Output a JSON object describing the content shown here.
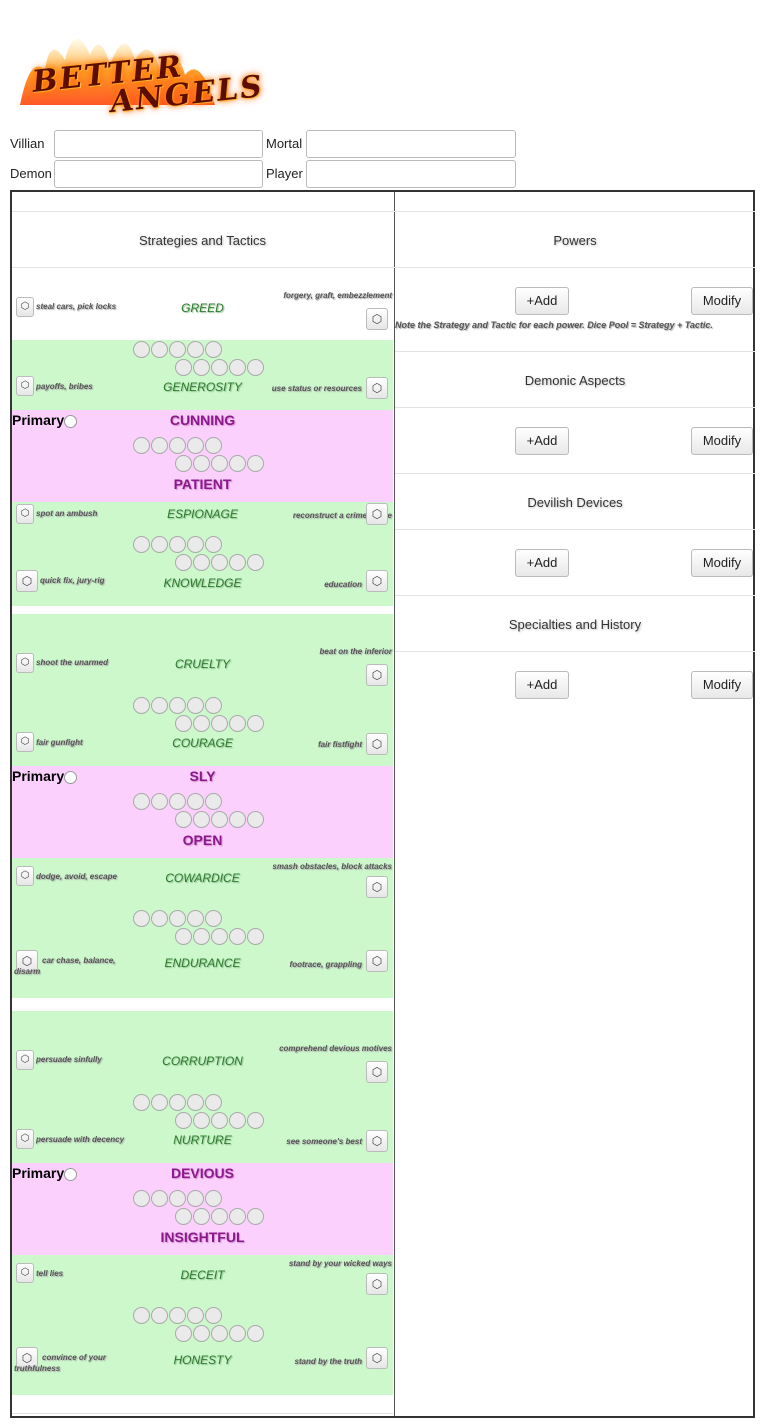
{
  "logo": {
    "line1": "BETTER",
    "line2": "ANGELS"
  },
  "form": {
    "villian_label": "Villian",
    "mortal_label": "Mortal",
    "demon_label": "Demon",
    "player_label": "Player"
  },
  "columns": {
    "left_title": "Strategies and Tactics",
    "right": [
      {
        "title": "Powers",
        "add": "+Add",
        "modify": "Modify",
        "note": "Note the Strategy and Tactic for each power. Dice Pool = Strategy + Tactic."
      },
      {
        "title": "Demonic Aspects",
        "add": "+Add",
        "modify": "Modify"
      },
      {
        "title": "Devilish Devices",
        "add": "+Add",
        "modify": "Modify"
      },
      {
        "title": "Specialties and History",
        "add": "+Add",
        "modify": "Modify"
      }
    ]
  },
  "primary_label": "Primary",
  "groups": [
    {
      "top_trait": "GREED",
      "top_left": "steal cars, pick locks",
      "top_right": "forgery, graft, embezzlement",
      "t2": "GENEROSITY",
      "t2_left": "payoffs, bribes",
      "t2_right": "use status or resources",
      "strat_top": "CUNNING",
      "strat_bottom": "PATIENT",
      "t3": "ESPIONAGE",
      "t3_left": "spot an ambush",
      "t3_right": "reconstruct a crime scene",
      "t4": "KNOWLEDGE",
      "t4_left": "quick fix, jury-rig",
      "t4_right": "education"
    },
    {
      "top_trait": "CRUELTY",
      "top_left": "shoot the unarmed",
      "top_right": "beat on the inferior",
      "t2": "COURAGE",
      "t2_left": "fair gunfight",
      "t2_right": "fair fistfight",
      "strat_top": "SLY",
      "strat_bottom": "OPEN",
      "t3": "COWARDICE",
      "t3_left": "dodge, avoid, escape",
      "t3_right": "smash obstacles, block attacks",
      "t4": "ENDURANCE",
      "t4_left": "car chase, balance, disarm",
      "t4_right": "footrace, grappling"
    },
    {
      "top_trait": "CORRUPTION",
      "top_left": "persuade sinfully",
      "top_right": "comprehend devious motives",
      "t2": "NURTURE",
      "t2_left": "persuade with decency",
      "t2_right": "see someone's best",
      "strat_top": "DEVIOUS",
      "strat_bottom": "INSIGHTFUL",
      "t3": "DECEIT",
      "t3_left": "tell lies",
      "t3_right": "stand by your wicked ways",
      "t4": "HONESTY",
      "t4_left": "convince of your truthfulness",
      "t4_right": "stand by the truth"
    }
  ],
  "icons": {
    "dice": "d20-dice-icon"
  }
}
